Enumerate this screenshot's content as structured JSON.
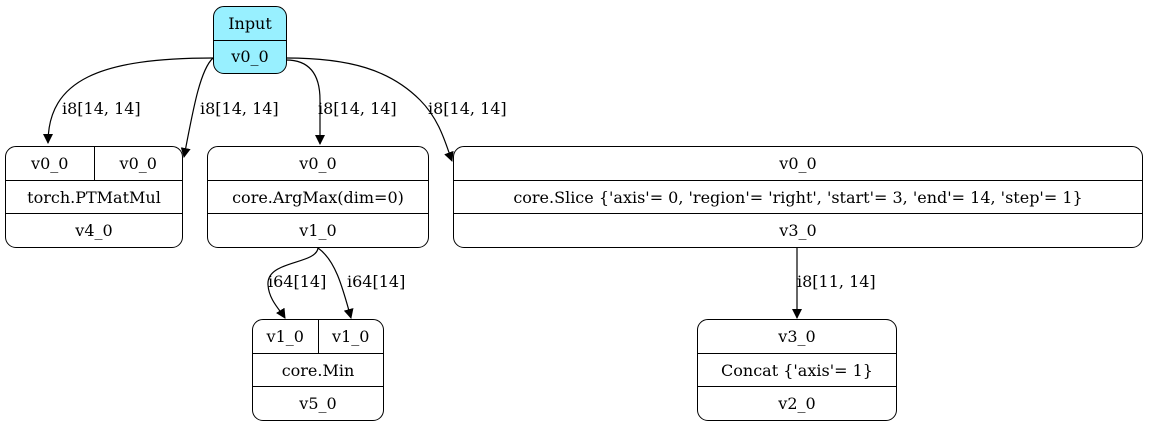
{
  "nodes": {
    "input": {
      "title": "Input",
      "output": "v0_0"
    },
    "matmul": {
      "inputs": [
        "v0_0",
        "v0_0"
      ],
      "op": "torch.PTMatMul",
      "output": "v4_0"
    },
    "argmax": {
      "input": "v0_0",
      "op": "core.ArgMax(dim=0)",
      "output": "v1_0"
    },
    "slice": {
      "input": "v0_0",
      "op": "core.Slice {'axis'= 0, 'region'= 'right', 'start'= 3, 'end'= 14, 'step'= 1}",
      "output": "v3_0"
    },
    "min": {
      "inputs": [
        "v1_0",
        "v1_0"
      ],
      "op": "core.Min",
      "output": "v5_0"
    },
    "concat": {
      "input": "v3_0",
      "op": "Concat {'axis'= 1}",
      "output": "v2_0"
    }
  },
  "edges": [
    {
      "from": "input",
      "to": "matmul",
      "label": "i8[14, 14]"
    },
    {
      "from": "input",
      "to": "matmul",
      "label": "i8[14, 14]"
    },
    {
      "from": "input",
      "to": "argmax",
      "label": "i8[14, 14]"
    },
    {
      "from": "input",
      "to": "slice",
      "label": "i8[14, 14]"
    },
    {
      "from": "argmax",
      "to": "min",
      "label": "i64[14]"
    },
    {
      "from": "argmax",
      "to": "min",
      "label": "i64[14]"
    },
    {
      "from": "slice",
      "to": "concat",
      "label": "i8[11, 14]"
    }
  ],
  "colors": {
    "input_fill": "#98f0ff",
    "stroke": "#000000"
  }
}
